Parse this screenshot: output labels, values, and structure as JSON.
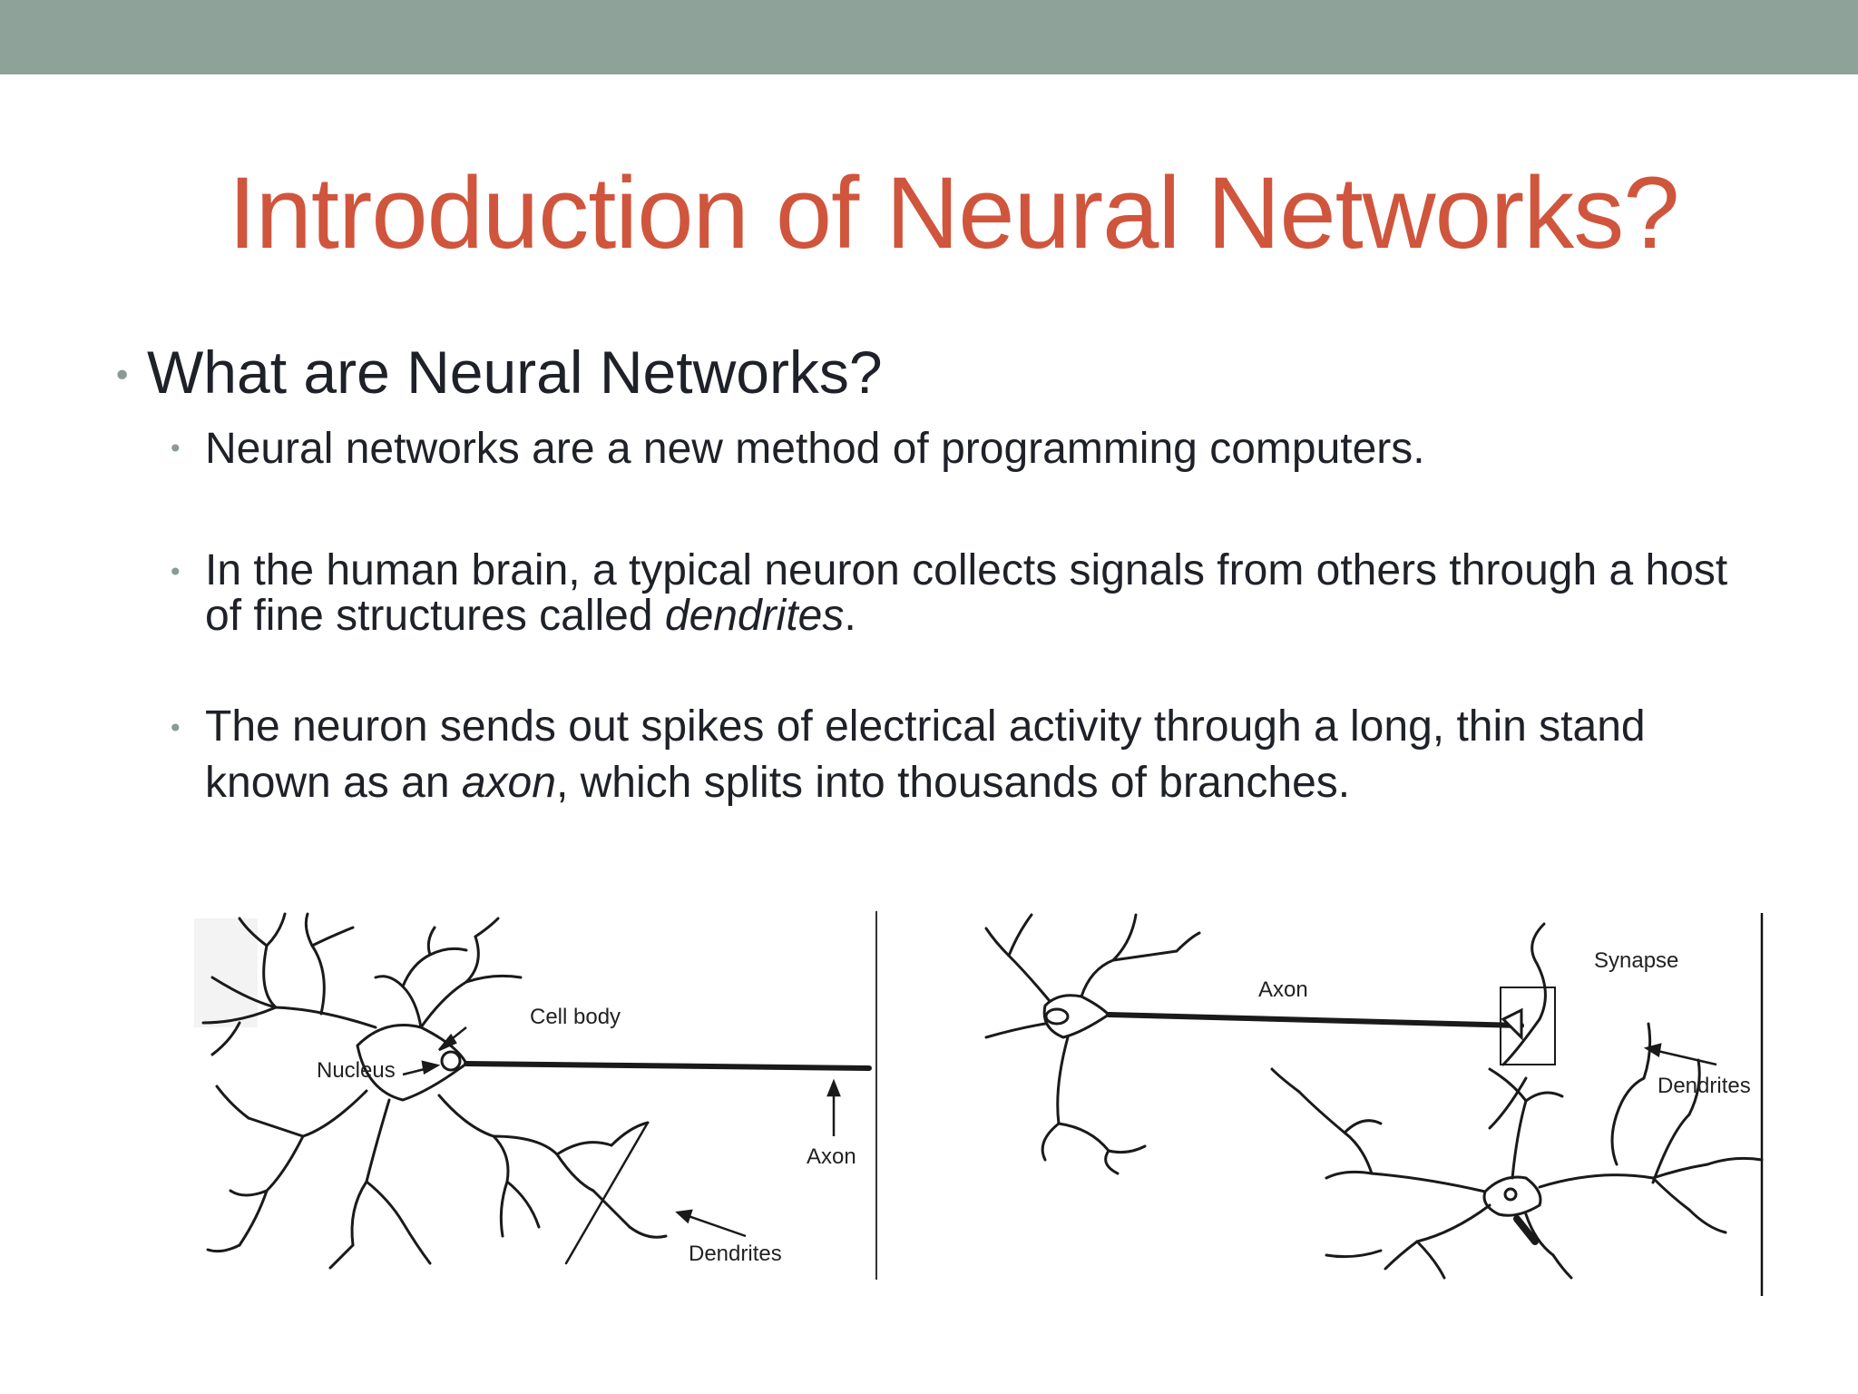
{
  "slide": {
    "title": "Introduction of Neural Networks?",
    "heading_bullet": "What are Neural Networks?",
    "sub_bullets": [
      {
        "text": "Neural networks are a new method of programming computers."
      },
      {
        "text_a": "In the human brain, a typical neuron collects signals from others through a host of fine structures called ",
        "emphasis": "dendrites",
        "text_b": "."
      },
      {
        "text_a": "The neuron sends out spikes of electrical activity through a long, thin stand",
        "text_b": "known as an ",
        "emphasis": "axon",
        "text_c": ", which splits into thousands of branches."
      }
    ]
  },
  "figure_left": {
    "labels": {
      "cell_body": "Cell body",
      "nucleus": "Nucleus",
      "axon": "Axon",
      "dendrites": "Dendrites"
    }
  },
  "figure_right": {
    "labels": {
      "axon": "Axon",
      "synapse": "Synapse",
      "dendrites": "Dendrites"
    }
  },
  "colors": {
    "top_band": "#8fa29a",
    "title": "#d0553d",
    "body_text": "#1f2128",
    "bullet": "#8c9a94"
  }
}
